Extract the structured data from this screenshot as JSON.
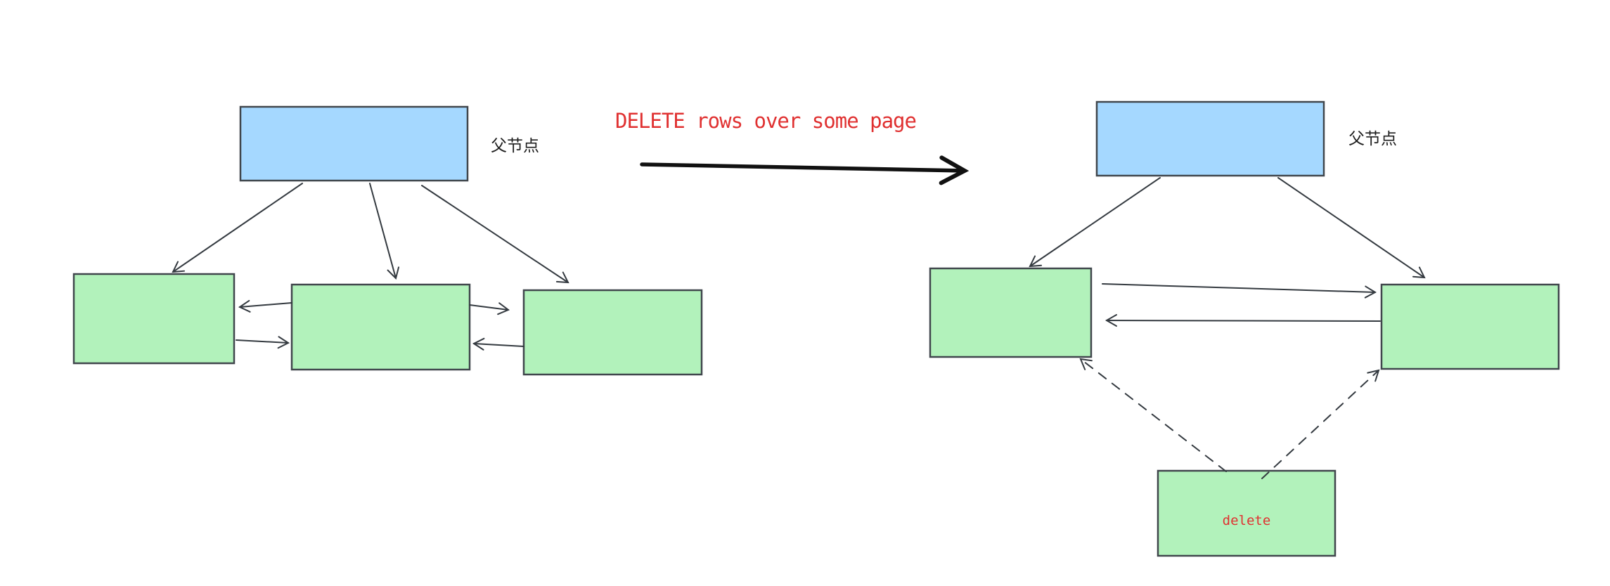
{
  "diagram_type": "btree-page-delete-transition",
  "annotation": {
    "text": "DELETE rows over some page",
    "color": "#e03131"
  },
  "before": {
    "parent_label": "父节点",
    "child_nodes": 3,
    "edges": [
      "parent -> child-1",
      "parent -> child-2",
      "parent -> child-3",
      "child-2 -> child-1",
      "child-1 -> child-2",
      "child-2 -> child-3",
      "child-3 -> child-2"
    ]
  },
  "after": {
    "parent_label": "父节点",
    "child_nodes": 2,
    "delete_label": "delete",
    "edges": [
      "parent -> child-1",
      "parent -> child-2",
      "child-1 -> child-2",
      "child-2 -> child-1",
      "delete -> child-1 (dashed)",
      "delete -> child-2 (dashed)"
    ]
  },
  "colors": {
    "parent_fill": "#a5d8ff",
    "child_fill": "#b2f2bb",
    "box_stroke": "#40464c",
    "edge_stroke": "#343a40",
    "transition_arrow": "#111111",
    "annotation_red": "#e03131",
    "label_text": "#1e1e1e",
    "background": "#ffffff"
  }
}
